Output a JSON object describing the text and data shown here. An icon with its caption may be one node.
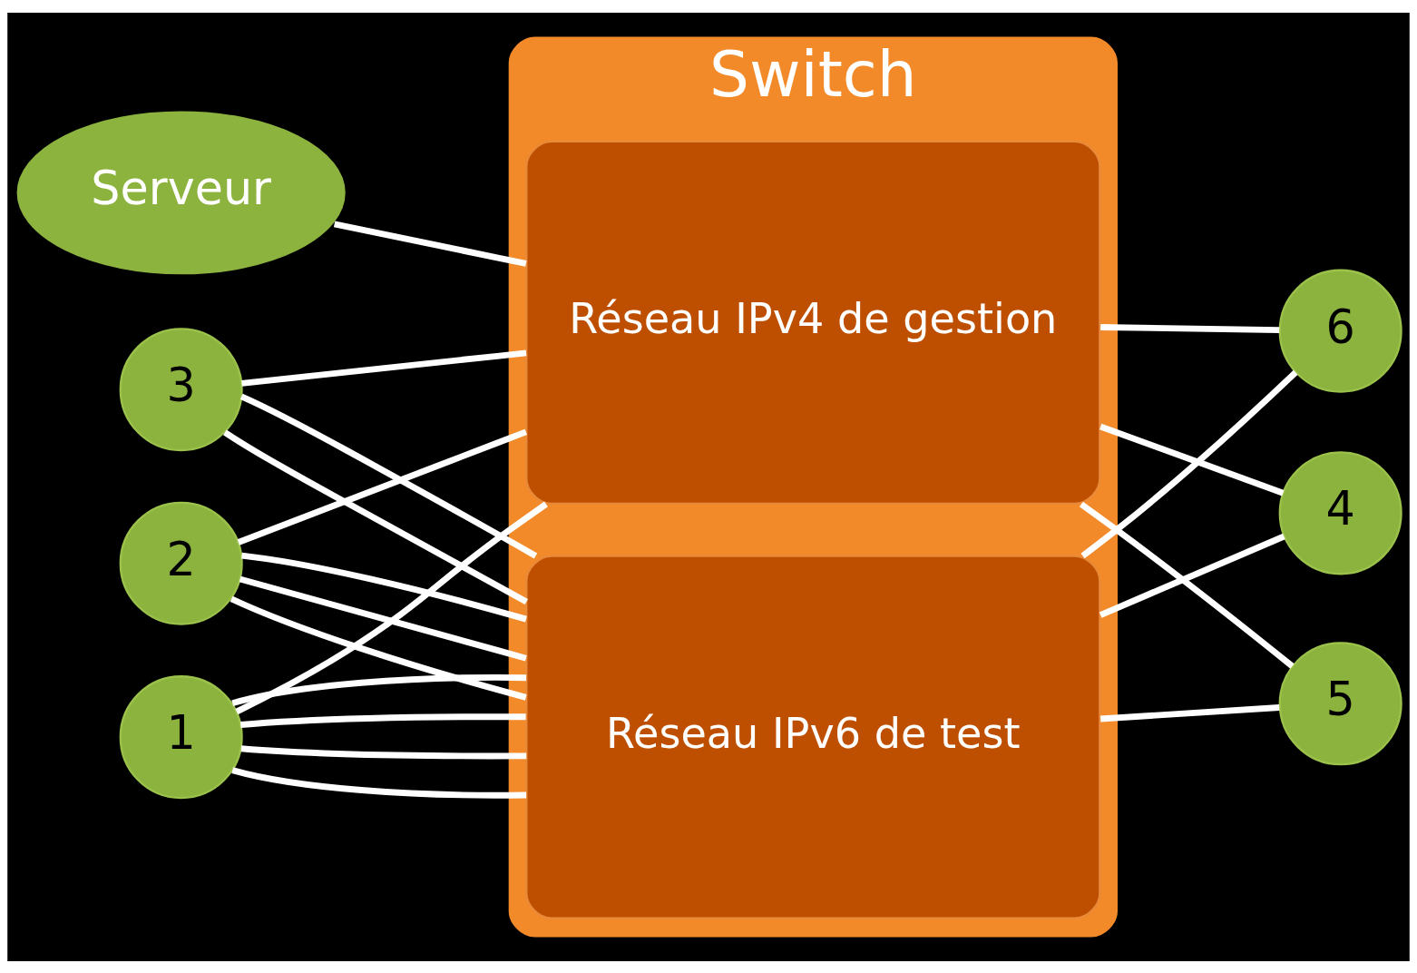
{
  "diagram": {
    "nodes": [
      {
        "text": [
          "Serveur"
        ]
      },
      {
        "text": [
          "Switch"
        ]
      },
      {
        "text": [
          "Réseau IPv4 de gestion"
        ],
        "in": 1
      },
      {
        "text": [
          "Réseau IPv6 de test"
        ],
        "in": 1
      },
      {
        "text": [
          "1"
        ]
      },
      {
        "text": [
          "2"
        ]
      },
      {
        "text": [
          "3"
        ]
      },
      {
        "text": [
          "4"
        ]
      },
      {
        "text": [
          "5"
        ]
      },
      {
        "text": [
          "6"
        ]
      }
    ],
    "edges": [
      {
        "from": 0,
        "to": 2,
        "arrow": "none"
      },
      {
        "from": 2,
        "to": 4,
        "arrow": "none"
      },
      {
        "from": 2,
        "to": 5,
        "arrow": "none"
      },
      {
        "from": 2,
        "to": 6,
        "arrow": "none"
      },
      {
        "from": 4,
        "to": 3,
        "arrow": "none"
      },
      {
        "from": 4,
        "to": 3,
        "arrow": "none"
      },
      {
        "from": 4,
        "to": 3,
        "arrow": "none"
      },
      {
        "from": 4,
        "to": 3,
        "arrow": "none"
      },
      {
        "from": 5,
        "to": 3,
        "arrow": "none"
      },
      {
        "from": 5,
        "to": 3,
        "arrow": "none"
      },
      {
        "from": 5,
        "to": 3,
        "arrow": "none"
      },
      {
        "from": 6,
        "to": 3,
        "arrow": "none"
      },
      {
        "from": 6,
        "to": 3,
        "arrow": "none"
      },
      {
        "from": 2,
        "to": 7,
        "arrow": "none"
      },
      {
        "from": 2,
        "to": 8,
        "arrow": "none"
      },
      {
        "from": 2,
        "to": 9,
        "arrow": "none"
      },
      {
        "from": 3,
        "to": 7,
        "arrow": "none"
      },
      {
        "from": 3,
        "to": 8,
        "arrow": "none"
      },
      {
        "from": 3,
        "to": 9,
        "arrow": "none"
      }
    ]
  }
}
